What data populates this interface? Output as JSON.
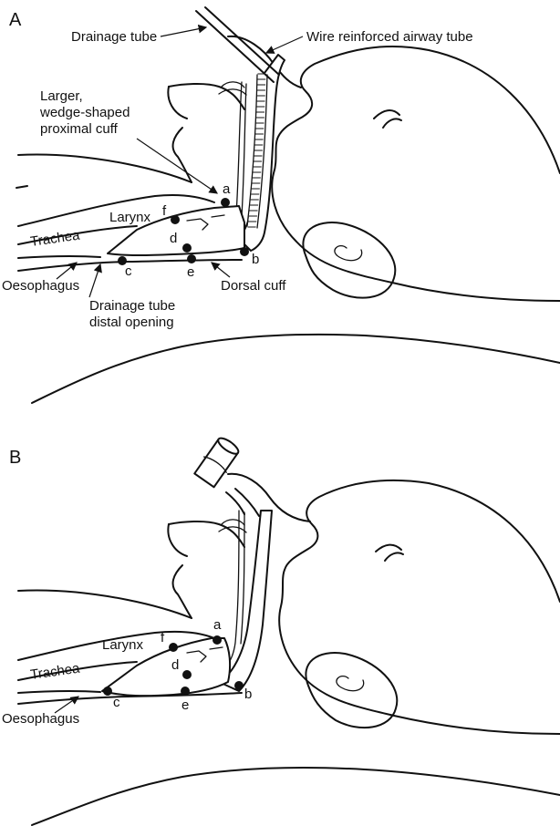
{
  "panel_a": {
    "panel_label": "A",
    "labels": {
      "drainage_tube": "Drainage tube",
      "wire_tube": "Wire reinforced airway tube",
      "cuff_line1": "Larger,",
      "cuff_line2": "wedge-shaped",
      "cuff_line3": "proximal cuff",
      "larynx": "Larynx",
      "trachea": "Trachea",
      "oesophagus": "Oesophagus",
      "dorsal_cuff": "Dorsal cuff",
      "distal_line1": "Drainage tube",
      "distal_line2": "distal opening"
    },
    "points": {
      "a": "a",
      "b": "b",
      "c": "c",
      "d": "d",
      "e": "e",
      "f": "f"
    }
  },
  "panel_b": {
    "panel_label": "B",
    "labels": {
      "larynx": "Larynx",
      "trachea": "Trachea",
      "oesophagus": "Oesophagus"
    },
    "points": {
      "a": "a",
      "b": "b",
      "c": "c",
      "d": "d",
      "e": "e",
      "f": "f"
    }
  }
}
